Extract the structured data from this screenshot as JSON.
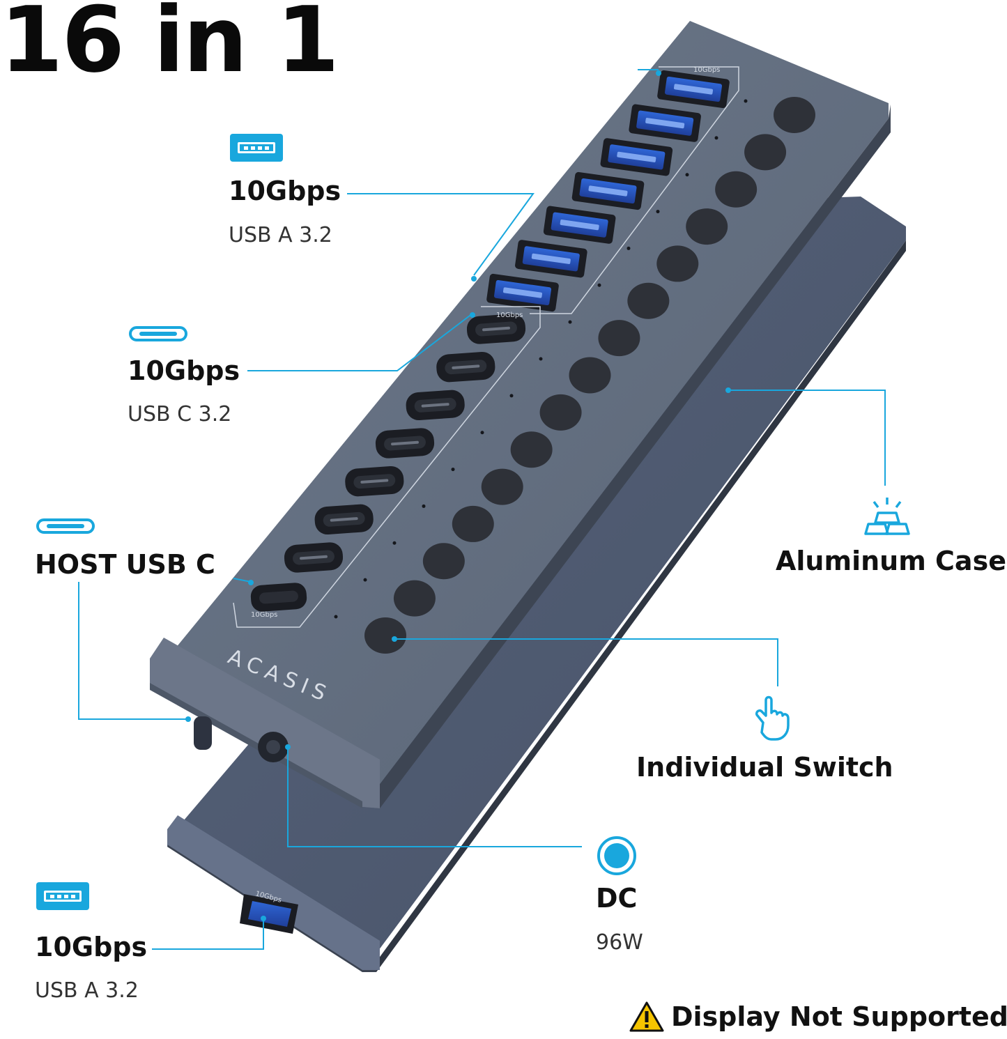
{
  "headline": "16 in 1",
  "features": {
    "usb_a_top": {
      "title": "10Gbps",
      "subtitle": "USB A 3.2",
      "icon": "usb-a-port-icon"
    },
    "usb_c": {
      "title": "10Gbps",
      "subtitle": "USB C 3.2",
      "icon": "usb-c-port-icon"
    },
    "host": {
      "title": "HOST USB C",
      "icon": "usb-c-port-icon"
    },
    "usb_a_bottom": {
      "title": "10Gbps",
      "subtitle": "USB A 3.2",
      "icon": "usb-a-port-icon"
    },
    "aluminum": {
      "title": "Aluminum Case",
      "icon": "aluminum-bars-icon"
    },
    "switch": {
      "title": "Individual Switch",
      "icon": "pointing-hand-icon"
    },
    "dc": {
      "title": "DC",
      "subtitle": "96W",
      "icon": "dc-power-icon"
    }
  },
  "device": {
    "brand": "ACASIS",
    "port_labels": {
      "usb_a_group": "10Gbps",
      "usb_c_group": "10Gbps",
      "host_group": "10Gbps",
      "rear_usb_a": "10Gbps"
    },
    "usb_a_ports": 7,
    "usb_c_ports": 8,
    "switches": 15,
    "body_color": "#5c6778",
    "accent_color": "#19a7dd"
  },
  "warning": {
    "text": "Display Not Supported",
    "icon": "warning-triangle-icon"
  }
}
